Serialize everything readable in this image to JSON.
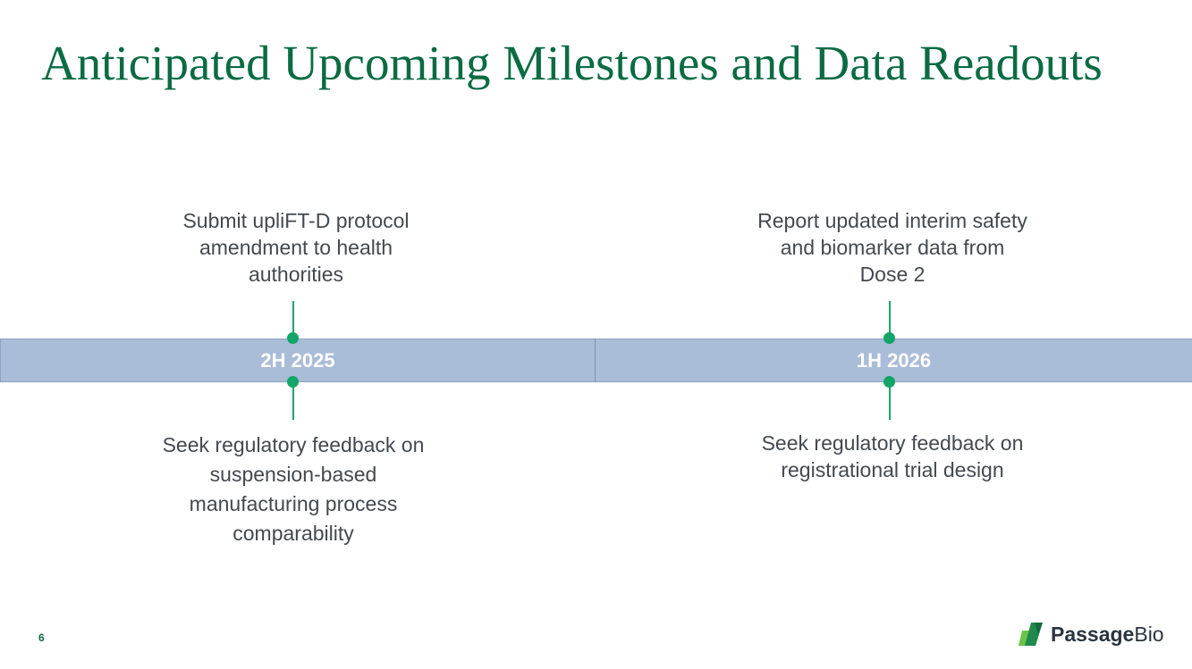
{
  "slide": {
    "title": "Anticipated Upcoming Milestones and Data Readouts",
    "page_number": "6"
  },
  "timeline": {
    "periods": [
      {
        "label": "2H 2025",
        "above": [
          "Submit upliFT-D protocol",
          "amendment to health",
          "authorities"
        ],
        "below": [
          "Seek regulatory feedback on",
          "suspension-based",
          "manufacturing process",
          "comparability"
        ]
      },
      {
        "label": "1H 2026",
        "above": [
          "Report updated interim safety",
          "and biomarker data from",
          "Dose 2"
        ],
        "below": [
          "Seek regulatory feedback on",
          "registrational trial design"
        ]
      }
    ],
    "colors": {
      "band": "#a9bcd8",
      "marker": "#12a565",
      "title": "#0b6b43",
      "text": "#44494f"
    }
  },
  "logo": {
    "name_part1": "Passage",
    "name_part2": "Bio",
    "icon": "passage-bio-mark-icon"
  }
}
